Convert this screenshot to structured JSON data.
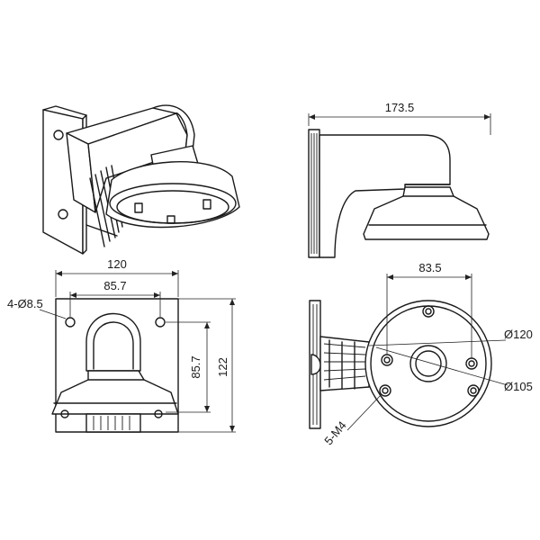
{
  "colors": {
    "line": "#1a1a1a",
    "background": "#ffffff"
  },
  "dimensions": {
    "side_length": "173.5",
    "front_width": "120",
    "hole_spacing_horizontal": "85.7",
    "hole_spacing_vertical": "85.7",
    "front_height": "122",
    "holes_back": "4-Ø8.5",
    "base_hole_spacing": "83.5",
    "base_outer_diameter": "Ø120",
    "base_bolt_circle": "Ø105",
    "base_screws": "5-M4"
  }
}
